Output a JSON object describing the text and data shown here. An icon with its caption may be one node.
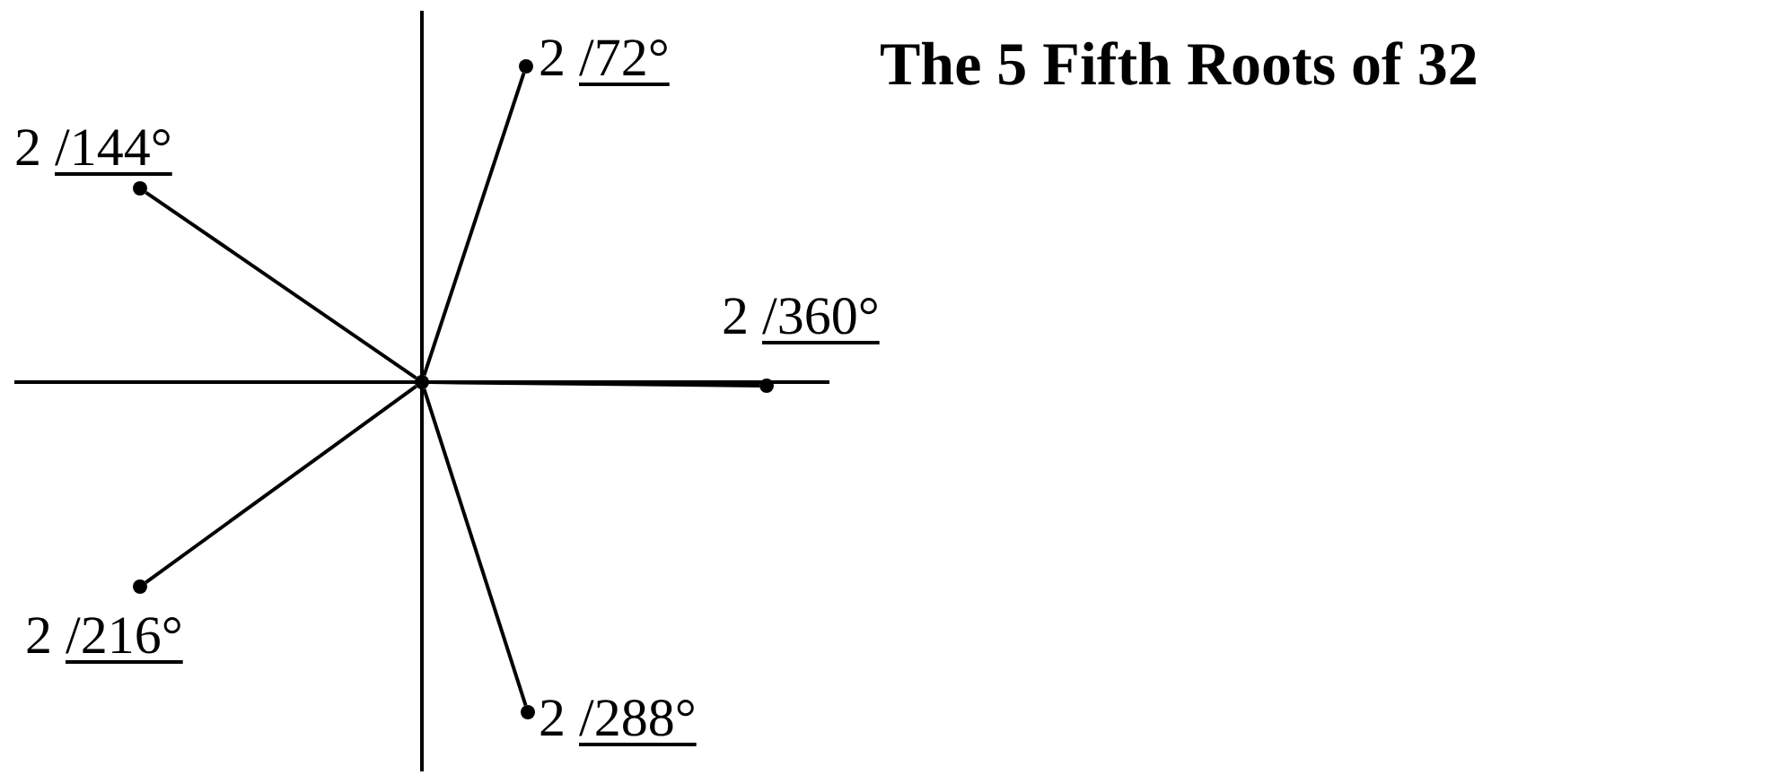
{
  "diagram": {
    "title": "The 5 Fifth Roots of 32",
    "nodes": [
      {
        "text": [],
        "shape": "circle"
      },
      {
        "text": [
          "2 /72°"
        ]
      },
      {
        "text": [
          "2 /144°"
        ]
      },
      {
        "text": [
          "2 /360°"
        ]
      },
      {
        "text": [
          "2 /216°"
        ]
      },
      {
        "text": [
          "2 /288°"
        ]
      }
    ],
    "edges": [
      {
        "from": 0,
        "to": 1,
        "arrow": "none"
      },
      {
        "from": 0,
        "to": 2,
        "arrow": "none"
      },
      {
        "from": 0,
        "to": 3,
        "arrow": "none"
      },
      {
        "from": 0,
        "to": 4,
        "arrow": "none"
      },
      {
        "from": 0,
        "to": 5,
        "arrow": "none"
      }
    ]
  }
}
